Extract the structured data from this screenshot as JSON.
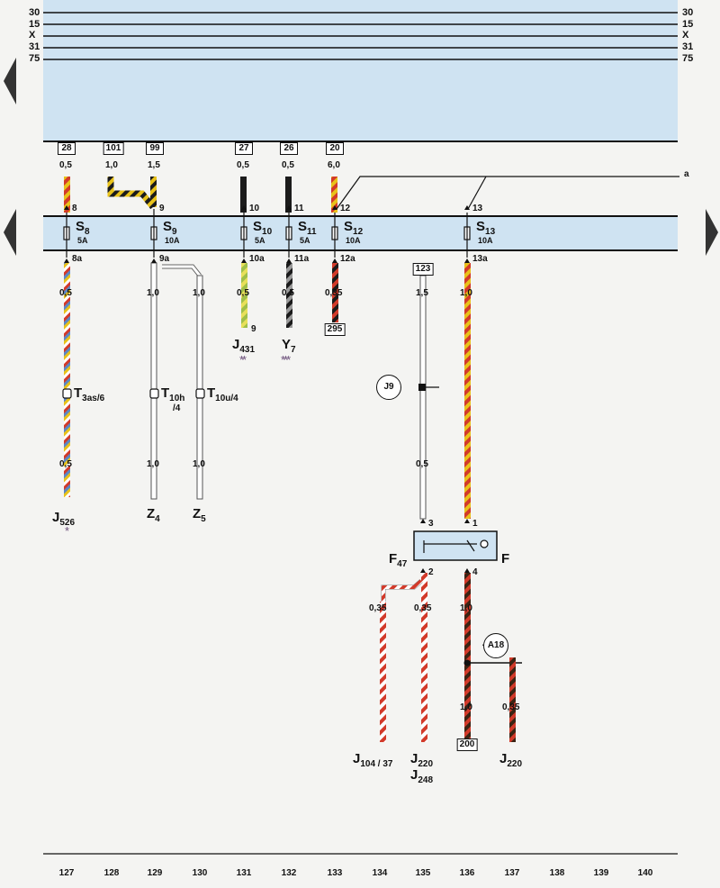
{
  "rails": {
    "left": [
      "30",
      "15",
      "X",
      "31",
      "75"
    ],
    "right": [
      "30",
      "15",
      "X",
      "31",
      "75"
    ]
  },
  "source_boxes": [
    "28",
    "101",
    "99",
    "27",
    "26",
    "20"
  ],
  "wire_marker_a": "a",
  "top_gauges": [
    "0,5",
    "1,0",
    "1,5",
    "0,5",
    "0,5",
    "6,0"
  ],
  "fuses": [
    {
      "name": "S",
      "sub": "8",
      "amp": "5A",
      "in": "8",
      "out": "8a"
    },
    {
      "name": "S",
      "sub": "9",
      "amp": "10A",
      "in": "9",
      "out": "9a"
    },
    {
      "name": "S",
      "sub": "10",
      "amp": "5A",
      "in": "10",
      "out": "10a"
    },
    {
      "name": "S",
      "sub": "11",
      "amp": "5A",
      "in": "11",
      "out": "11a"
    },
    {
      "name": "S",
      "sub": "12",
      "amp": "10A",
      "in": "12",
      "out": "12a"
    },
    {
      "name": "S",
      "sub": "13",
      "amp": "10A",
      "in": "13",
      "out": "13a"
    }
  ],
  "lower_gauges": {
    "s8_a": "0,5",
    "s9_a": "1,0",
    "s9_b": "1,0",
    "s10": "0,5",
    "s11": "0,5",
    "s12": "0,35",
    "col135_top": "1,5",
    "col136_top": "1,0",
    "s8_b": "0,5",
    "s9_c": "1,0",
    "s9_d": "1,0",
    "col135_mid": "0,5",
    "f47_left": "0,35",
    "f47_right": "0,35",
    "f_out": "1,0",
    "f_out_low": "1,0",
    "a18_branch": "0,35"
  },
  "boxes_lower": {
    "b295": "295",
    "b123": "123",
    "b200": "200"
  },
  "connectors": {
    "t3as": {
      "name": "T",
      "sub": "3as/6"
    },
    "t10h": {
      "name": "T",
      "sub": "10h",
      "extra": "/4"
    },
    "t10u": {
      "name": "T",
      "sub": "10u/4"
    }
  },
  "pins": {
    "j431_pin": "9",
    "f47_in": "3",
    "f47_out": "2",
    "f_in": "1",
    "f_out": "4"
  },
  "circles": {
    "j9": "J9",
    "a18": "A18"
  },
  "components": {
    "j431": {
      "name": "J",
      "sub": "431",
      "stars": "**"
    },
    "y7": {
      "name": "Y",
      "sub": "7",
      "stars": "***"
    },
    "j526": {
      "name": "J",
      "sub": "526",
      "stars": "*"
    },
    "z4": {
      "name": "Z",
      "sub": "4"
    },
    "z5": {
      "name": "Z",
      "sub": "5"
    },
    "f47": {
      "name": "F",
      "sub": "47"
    },
    "f": {
      "name": "F",
      "sub": ""
    },
    "j104": {
      "name": "J",
      "sub": "104 / 37"
    },
    "j220a": {
      "name": "J",
      "sub": "220"
    },
    "j248": {
      "name": "J",
      "sub": "248"
    },
    "j220b": {
      "name": "J",
      "sub": "220"
    }
  },
  "columns": [
    "127",
    "128",
    "129",
    "130",
    "131",
    "132",
    "133",
    "134",
    "135",
    "136",
    "137",
    "138",
    "139",
    "140"
  ],
  "colors": {
    "band": "#cfe3f2",
    "red": "#d23a2a",
    "yellow": "#e8c21a",
    "black": "#1b1b1b",
    "blue": "#5b86c4",
    "brown": "#8a5a2b",
    "white": "#ffffff"
  }
}
